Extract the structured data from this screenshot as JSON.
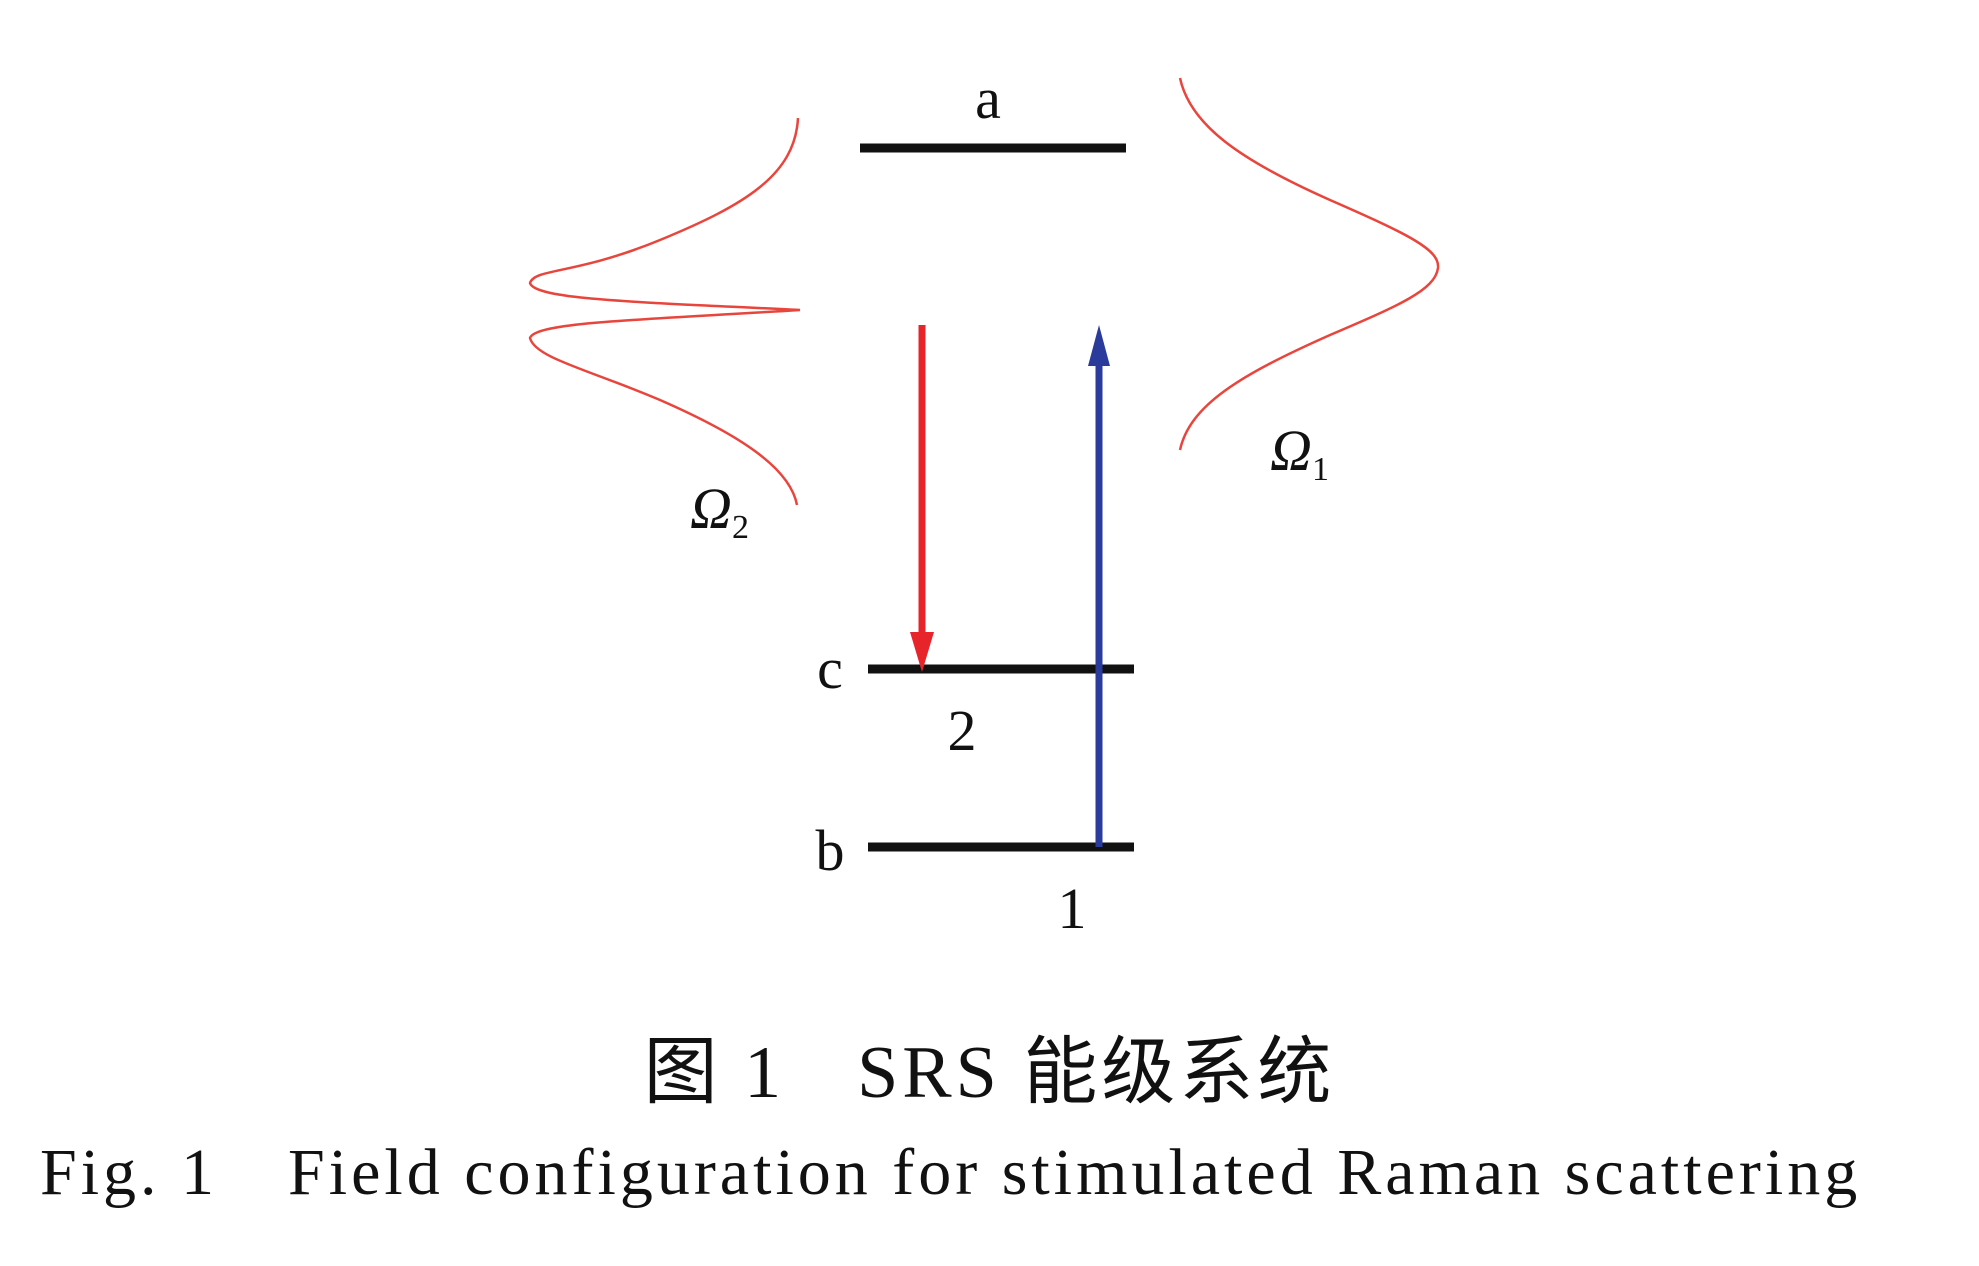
{
  "diagram": {
    "levels": {
      "a": "a",
      "b": "b",
      "c": "c"
    },
    "transitions": {
      "down_label": "2",
      "up_label": "1"
    },
    "fields": {
      "omega2": {
        "symbol": "Ω",
        "subscript": "2"
      },
      "omega1": {
        "symbol": "Ω",
        "subscript": "1"
      }
    },
    "colors": {
      "level_line": "#111111",
      "down_arrow": "#e8242b",
      "up_arrow": "#2b3b9c",
      "pulse": "#e8453c"
    }
  },
  "caption": {
    "cn_number": "图 1",
    "cn_text": "SRS 能级系统",
    "en_number": "Fig. 1",
    "en_text": "Field configuration for stimulated Raman scattering"
  }
}
